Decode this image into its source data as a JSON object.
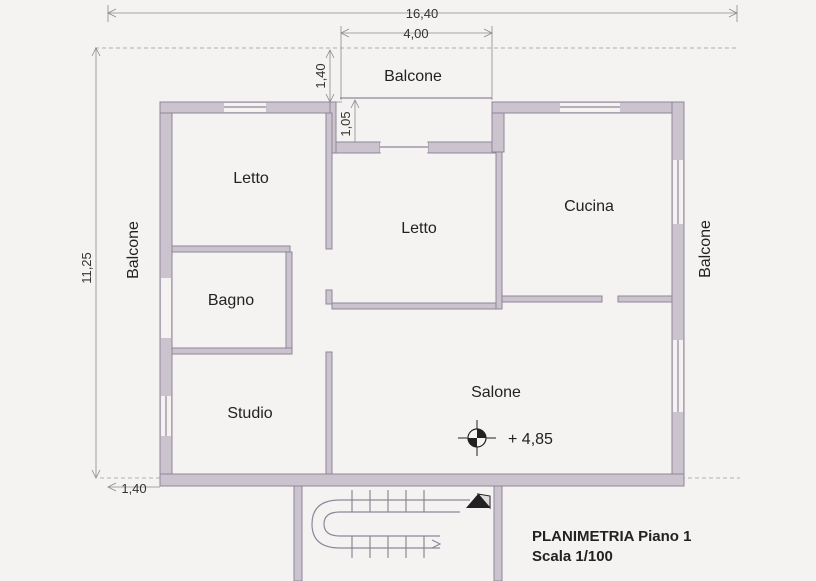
{
  "dimensions": {
    "overall_width": "16,40",
    "balcony_width": "4,00",
    "balcony_depth": "1,40",
    "balcony_inner": "1,05",
    "overall_height": "11,25",
    "bottom_offset": "1,40"
  },
  "rooms": {
    "balcone_top": "Balcone",
    "balcone_left": "Balcone",
    "balcone_right": "Balcone",
    "letto_1": "Letto",
    "letto_2": "Letto",
    "cucina": "Cucina",
    "bagno": "Bagno",
    "studio": "Studio",
    "salone": "Salone"
  },
  "elevation": "+ 4,85",
  "title": {
    "line1": "PLANIMETRIA Piano 1",
    "line2": "Scala 1/100"
  },
  "colors": {
    "wall_fill": "#cbc4cf",
    "wall_stroke": "#8f8698",
    "background": "#f4f3f1"
  }
}
